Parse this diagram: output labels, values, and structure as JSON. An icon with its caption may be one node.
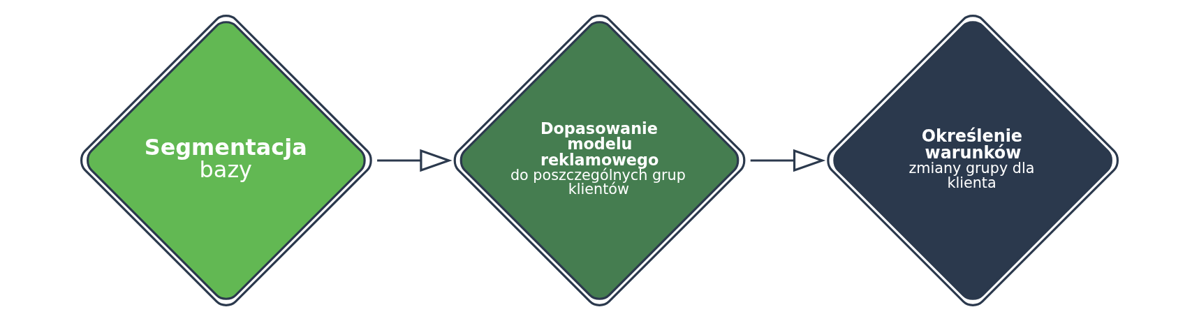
{
  "diagram": {
    "nodes": [
      {
        "text": [
          "Segmentacja",
          "bazy"
        ]
      },
      {
        "text": [
          "Dopasowanie modelu reklamowego",
          "do poszczególnych grup klientów"
        ]
      },
      {
        "text": [
          "Określenie warunków",
          "zmiany grupy dla klienta"
        ]
      }
    ],
    "edges": [
      {
        "from": 0,
        "to": 1,
        "arrow": "to"
      },
      {
        "from": 1,
        "to": 2,
        "arrow": "to"
      }
    ]
  }
}
